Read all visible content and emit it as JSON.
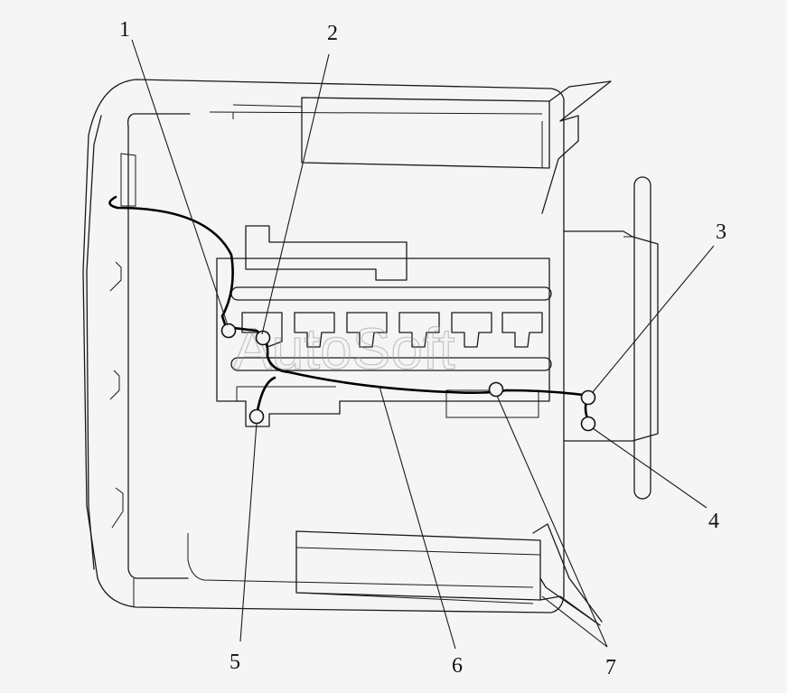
{
  "callouts": [
    {
      "id": "1",
      "label": "1"
    },
    {
      "id": "2",
      "label": "2"
    },
    {
      "id": "3",
      "label": "3"
    },
    {
      "id": "4",
      "label": "4"
    },
    {
      "id": "5",
      "label": "5"
    },
    {
      "id": "6",
      "label": "6"
    },
    {
      "id": "7",
      "label": "7"
    }
  ],
  "watermark": "AutoSoft",
  "colors": {
    "line": "#1a1a1a",
    "background": "#f5f5f5"
  }
}
